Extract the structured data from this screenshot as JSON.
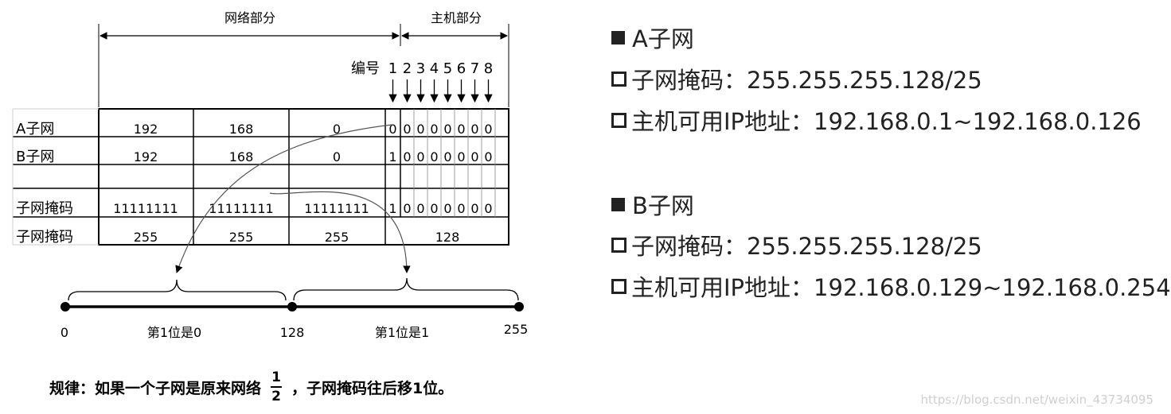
{
  "diagram": {
    "network_part": "网络部分",
    "host_part": "主机部分",
    "bit_number_label": "编号",
    "bit_numbers": [
      "1",
      "2",
      "3",
      "4",
      "5",
      "6",
      "7",
      "8"
    ],
    "rows": [
      {
        "label": "A子网",
        "octets": [
          "192",
          "168",
          "0"
        ],
        "bits": [
          "0",
          "0",
          "0",
          "0",
          "0",
          "0",
          "0",
          "0"
        ]
      },
      {
        "label": "B子网",
        "octets": [
          "192",
          "168",
          "0"
        ],
        "bits": [
          "1",
          "0",
          "0",
          "0",
          "0",
          "0",
          "0",
          "0"
        ]
      },
      {
        "label": "子网掩码",
        "octets": [
          "11111111",
          "11111111",
          "11111111"
        ],
        "bits": [
          "1",
          "0",
          "0",
          "0",
          "0",
          "0",
          "0",
          "0"
        ]
      },
      {
        "label": "子网掩码",
        "octets": [
          "255",
          "255",
          "255"
        ],
        "last": "128"
      }
    ],
    "number_line": {
      "ticks": [
        "0",
        "128",
        "255"
      ],
      "segment_labels": [
        "第1位是0",
        "第1位是1"
      ]
    },
    "rule": {
      "prefix": "规律：如果一个子网是原来网络",
      "frac_num": "1",
      "frac_den": "2",
      "suffix": "，子网掩码往后移1位。"
    }
  },
  "info": {
    "a_title": "A子网",
    "a_mask": "子网掩码：255.255.255.128/25",
    "a_hosts": "主机可用IP地址：192.168.0.1~192.168.0.126",
    "b_title": "B子网",
    "b_mask": "子网掩码：255.255.255.128/25",
    "b_hosts": "主机可用IP地址：192.168.0.129~192.168.0.254"
  },
  "watermark": "https://blog.csdn.net/weixin_43734095"
}
